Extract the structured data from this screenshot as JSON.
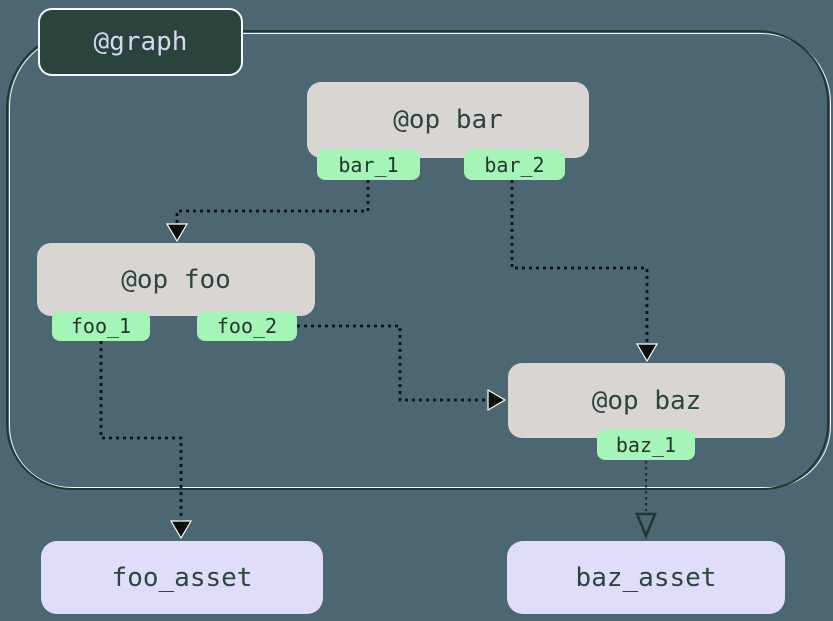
{
  "diagram": {
    "graph_label": "@graph",
    "ops": [
      {
        "id": "bar",
        "label": "@op bar",
        "outputs": [
          "bar_1",
          "bar_2"
        ]
      },
      {
        "id": "foo",
        "label": "@op foo",
        "outputs": [
          "foo_1",
          "foo_2"
        ]
      },
      {
        "id": "baz",
        "label": "@op baz",
        "outputs": [
          "baz_1"
        ]
      }
    ],
    "assets": [
      {
        "id": "foo_asset",
        "label": "foo_asset"
      },
      {
        "id": "baz_asset",
        "label": "baz_asset"
      }
    ],
    "edges": [
      {
        "from": "bar.bar_1",
        "to": "op foo",
        "style": "dotted-arrow"
      },
      {
        "from": "bar.bar_2",
        "to": "op baz",
        "style": "dotted-arrow"
      },
      {
        "from": "foo.foo_2",
        "to": "op baz",
        "style": "dotted-arrow"
      },
      {
        "from": "foo.foo_1",
        "to": "foo_asset",
        "style": "dotted-arrow"
      },
      {
        "from": "baz.baz_1",
        "to": "baz_asset",
        "style": "dotted-hollow-arrow"
      }
    ],
    "colors": {
      "background": "#4c6771",
      "boundary_stroke": "#1d3a32",
      "boundary_highlight": "#f3f1fb",
      "graph_badge_fill": "#2a443d",
      "graph_badge_text": "#d8d6f4",
      "op_fill": "#d8d5d3",
      "op_text": "#2c453e",
      "output_tag_fill": "#a6f4b7",
      "output_tag_text": "#22372f",
      "asset_fill": "#e0ddfa",
      "asset_text": "#2c453e",
      "edge_color": "#101311"
    }
  }
}
